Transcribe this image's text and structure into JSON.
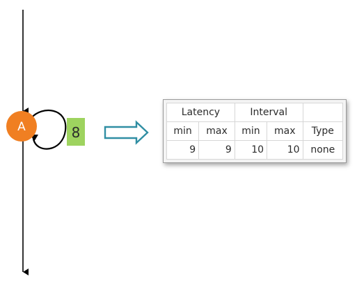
{
  "node": {
    "label": "A",
    "fill_color": "#f07f22"
  },
  "count_box": {
    "value": "8",
    "fill_color": "#9ed35f"
  },
  "arrow_color": "#2f8ea3",
  "table": {
    "group_headers": [
      "Latency",
      "Interval",
      ""
    ],
    "column_headers": [
      "min",
      "max",
      "min",
      "max",
      "Type"
    ],
    "row": [
      "9",
      "9",
      "10",
      "10",
      "none"
    ]
  }
}
